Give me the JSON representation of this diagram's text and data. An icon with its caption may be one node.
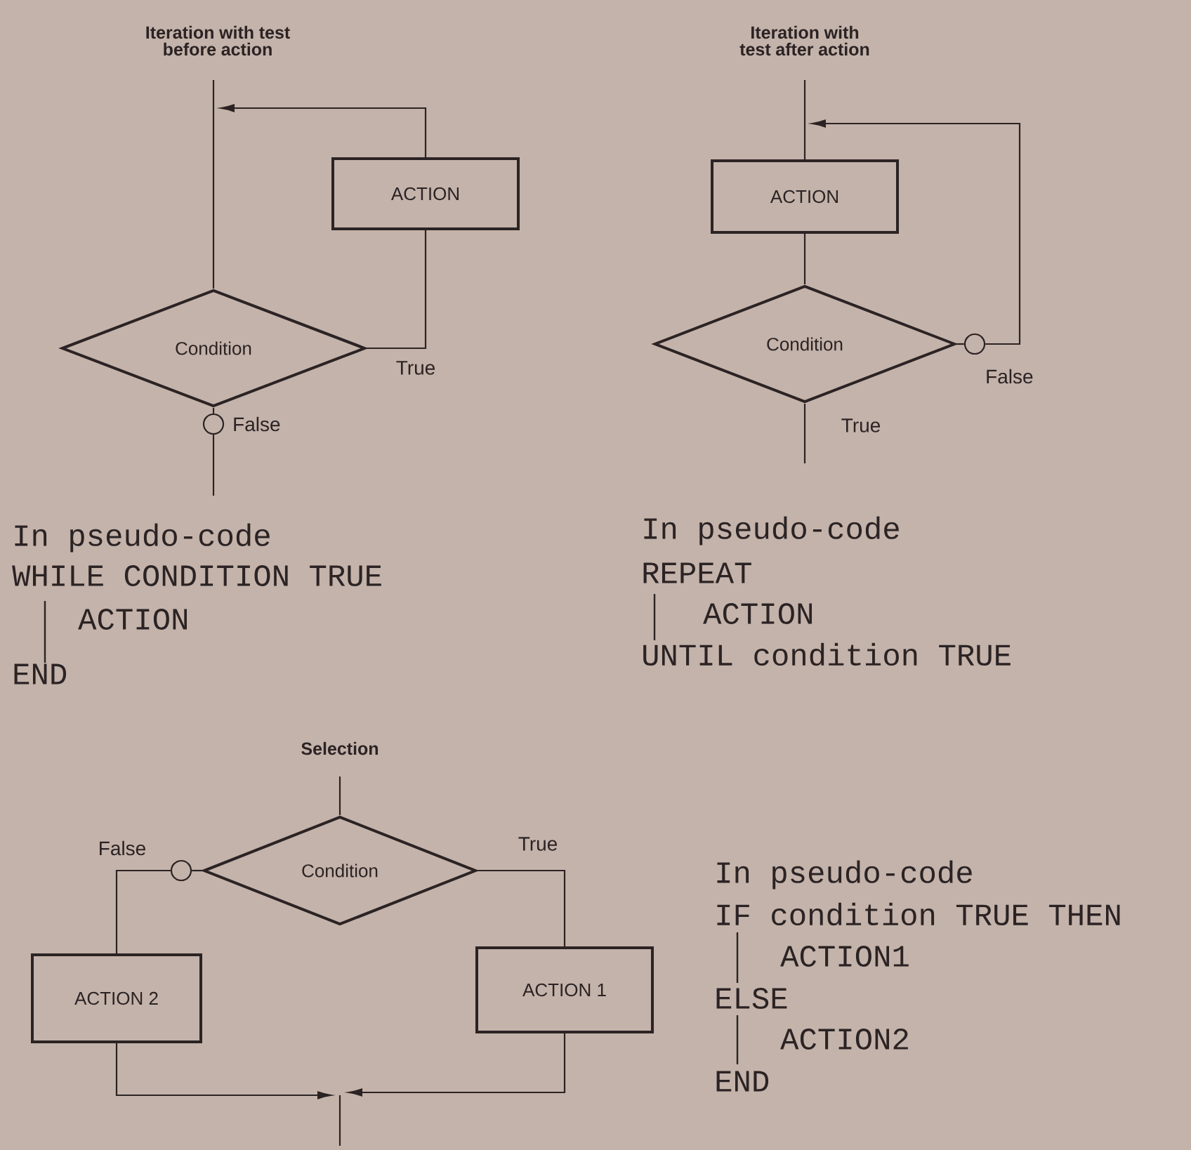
{
  "diagram": {
    "nodes": [
      {
        "text": [
          "ACTION"
        ]
      },
      {
        "text": [
          "Condition"
        ]
      },
      {
        "text": [],
        "shape": "circle",
        "beside": [
          "False"
        ]
      },
      {
        "text": [
          "ACTION"
        ]
      },
      {
        "text": [
          "Condition"
        ]
      },
      {
        "text": [],
        "shape": "circle",
        "beside": [
          "False"
        ]
      },
      {
        "text": [
          "Condition"
        ]
      },
      {
        "text": [],
        "shape": "circle",
        "beside": [
          "False"
        ]
      },
      {
        "text": [
          "ACTION 2"
        ]
      },
      {
        "text": [
          "ACTION 1"
        ]
      }
    ],
    "edges": [
      {
        "from": null,
        "to": 1,
        "arrow": "none"
      },
      {
        "from": 1,
        "to": 0,
        "arrow": "none",
        "label": "True"
      },
      {
        "from": 0,
        "to": null,
        "arrow": "to"
      },
      {
        "from": 1,
        "to": 2,
        "arrow": "none"
      },
      {
        "from": 2,
        "to": null,
        "arrow": "none"
      },
      {
        "from": null,
        "to": 3,
        "arrow": "none"
      },
      {
        "from": 3,
        "to": 4,
        "arrow": "none"
      },
      {
        "from": 4,
        "to": 5,
        "arrow": "none"
      },
      {
        "from": 5,
        "to": null,
        "arrow": "to"
      },
      {
        "from": 4,
        "to": null,
        "arrow": "none",
        "label": "True"
      },
      {
        "from": null,
        "to": 6,
        "arrow": "none"
      },
      {
        "from": 6,
        "to": 7,
        "arrow": "none"
      },
      {
        "from": 7,
        "to": 8,
        "arrow": "none"
      },
      {
        "from": 6,
        "to": 9,
        "arrow": "none",
        "label": "True"
      },
      {
        "from": 8,
        "to": null,
        "arrow": "to"
      },
      {
        "from": 9,
        "to": null,
        "arrow": "to"
      }
    ],
    "labels": [
      "Iteration with test before action",
      "Iteration with test after action",
      "In pseudo-code",
      "WHILE CONDITION TRUE",
      "ACTION",
      "END",
      "In pseudo-code",
      "REPEAT",
      "ACTION",
      "UNTIL condition TRUE",
      "Selection",
      "In pseudo-code",
      "IF condition TRUE THEN",
      "ACTION1",
      "ELSE",
      "ACTION2",
      "END"
    ]
  }
}
